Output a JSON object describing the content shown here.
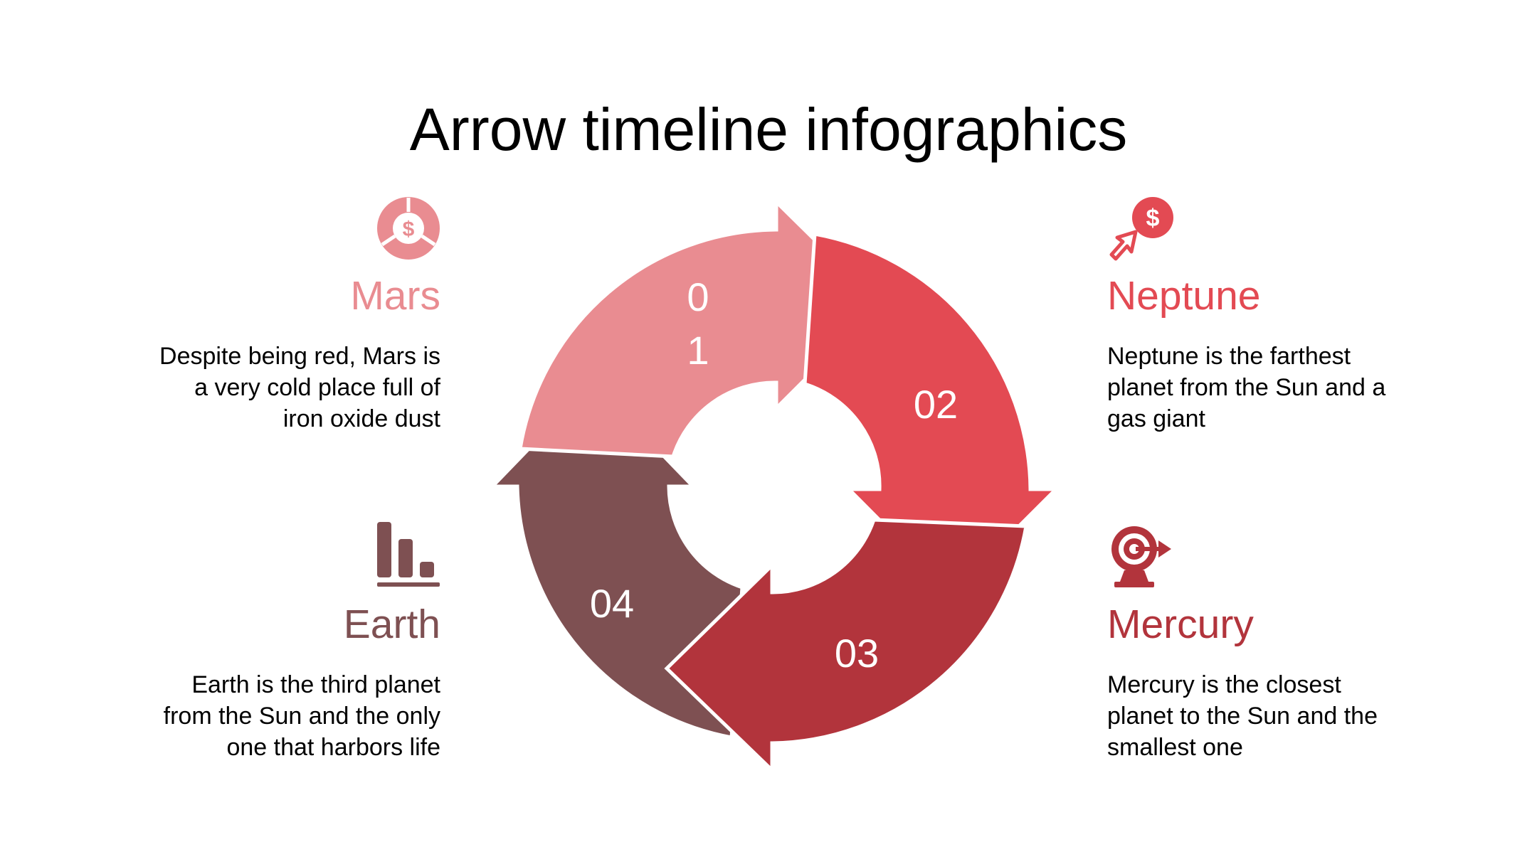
{
  "title": "Arrow timeline infographics",
  "colors": {
    "mars": "#e98c91",
    "neptune": "#e34a53",
    "mercury": "#b2343c",
    "earth": "#7e5052"
  },
  "steps": [
    {
      "number_line1": "0",
      "number_line2": "1",
      "name": "Mars",
      "description": [
        "Despite being red, Mars is",
        "a very cold place full of",
        "iron oxide dust"
      ],
      "icon": "dollar-pie-icon"
    },
    {
      "number": "02",
      "name": "Neptune",
      "description": [
        "Neptune is the farthest",
        "planet from the Sun and a",
        "gas giant"
      ],
      "icon": "dollar-cursor-icon"
    },
    {
      "number": "03",
      "name": "Mercury",
      "description": [
        "Mercury is the closest",
        "planet to the Sun and the",
        "smallest one"
      ],
      "icon": "target-icon"
    },
    {
      "number": "04",
      "name": "Earth",
      "description": [
        "Earth is the third planet",
        "from the Sun and the only",
        "one that harbors life"
      ],
      "icon": "bar-chart-icon"
    }
  ]
}
